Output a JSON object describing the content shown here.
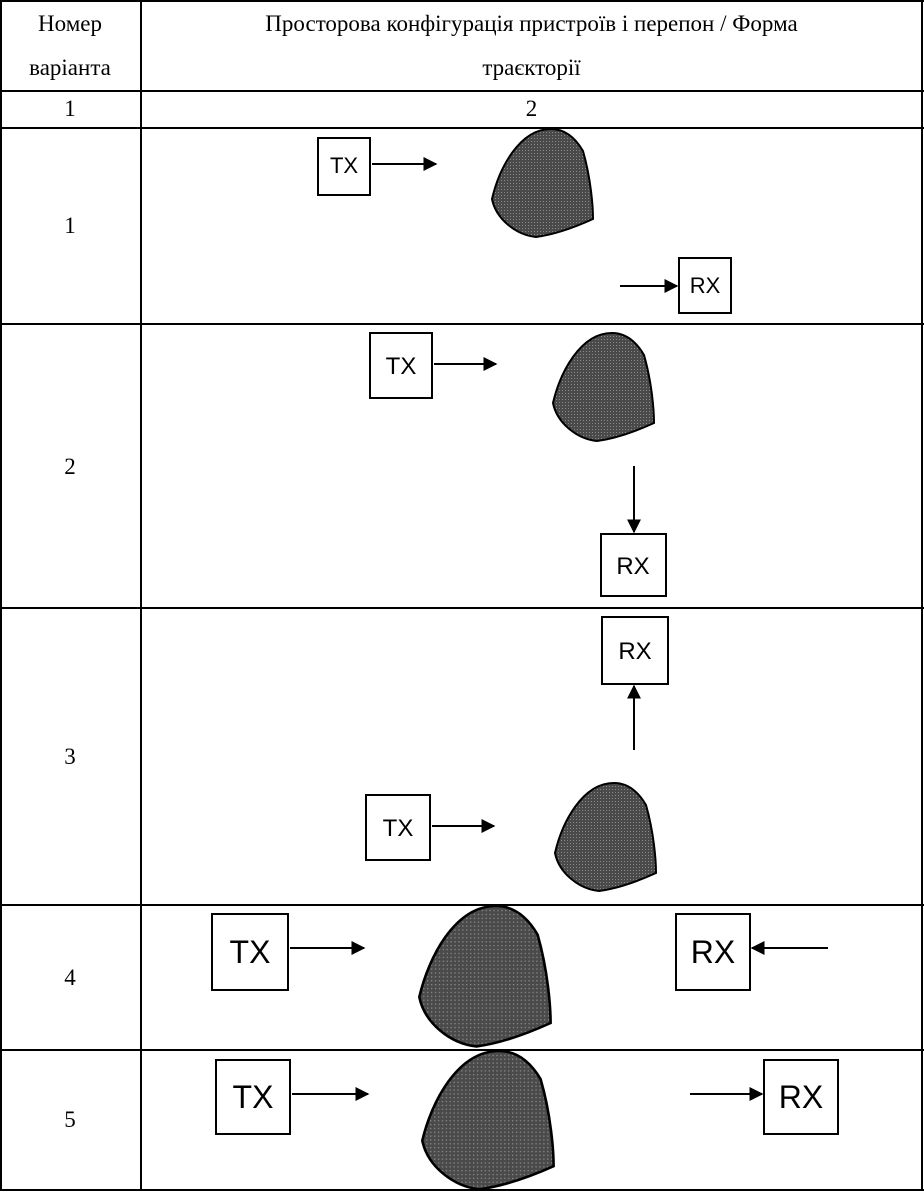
{
  "header": {
    "col1_line1": "Номер",
    "col1_line2": "варіанта",
    "col2_line1": "Просторова конфігурація пристроїв і перепон / Форма",
    "col2_line2": "траєкторії"
  },
  "numbering": {
    "col1": "1",
    "col2": "2"
  },
  "rows": [
    {
      "variant": "1",
      "tx_label": "TX",
      "rx_label": "RX"
    },
    {
      "variant": "2",
      "tx_label": "TX",
      "rx_label": "RX"
    },
    {
      "variant": "3",
      "tx_label": "TX",
      "rx_label": "RX"
    },
    {
      "variant": "4",
      "tx_label": "TX",
      "rx_label": "RX"
    },
    {
      "variant": "5",
      "tx_label": "TX",
      "rx_label": "RX"
    }
  ],
  "colors": {
    "obstacle_fill": "#3a3a3a",
    "border": "#000000"
  }
}
